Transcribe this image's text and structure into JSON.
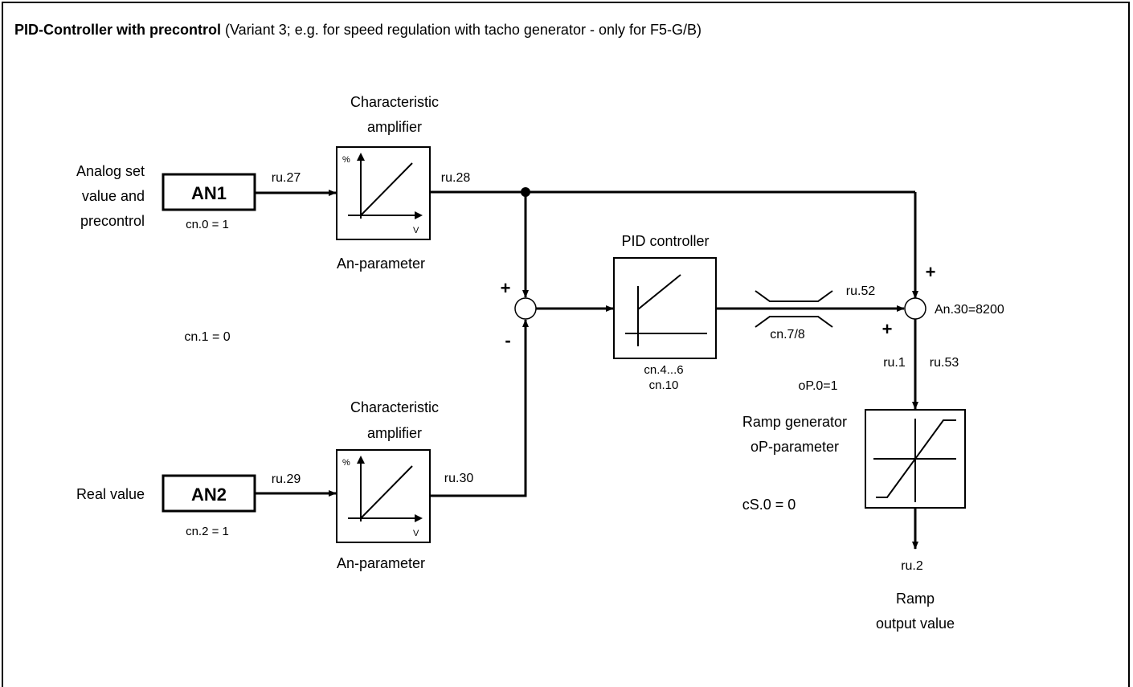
{
  "header": {
    "title_bold": "PID-Controller with precontrol",
    "title_rest": " (Variant 3; e.g. for speed regulation with tacho generator - only for F5-G/B)"
  },
  "inputs": {
    "an1": {
      "label_line1": "Analog set",
      "label_line2": "value and",
      "label_line3": "precontrol",
      "block": "AN1",
      "config": "cn.0 = 1",
      "param_out": "ru.27"
    },
    "an2": {
      "label": "Real value",
      "block": "AN2",
      "config": "cn.2 = 1",
      "param_out": "ru.29"
    },
    "cn1": "cn.1 = 0"
  },
  "amplifier_top": {
    "title_line1": "Characteristic",
    "title_line2": "amplifier",
    "axis_y": "%",
    "axis_x": "V",
    "footer": "An-parameter",
    "param_out": "ru.28"
  },
  "amplifier_bottom": {
    "title_line1": "Characteristic",
    "title_line2": "amplifier",
    "axis_y": "%",
    "axis_x": "V",
    "footer": "An-parameter",
    "param_out": "ru.30"
  },
  "summing_left": {
    "plus": "+",
    "minus": "-"
  },
  "pid": {
    "title": "PID controller",
    "params_line1": "cn.4...6",
    "params_line2": "cn.10"
  },
  "limiter": {
    "param_out": "ru.52",
    "config": "cn.7/8"
  },
  "summing_right": {
    "plus_top": "+",
    "plus_left": "+",
    "config": "An.30=8200",
    "out_a": "ru.1",
    "out_b": "ru.53"
  },
  "op0": "oP.0=1",
  "ramp": {
    "title_line1": "Ramp generator",
    "title_line2": "oP-parameter",
    "config": "cS.0 = 0",
    "param_out": "ru.2",
    "footer_line1": "Ramp",
    "footer_line2": "output value"
  }
}
